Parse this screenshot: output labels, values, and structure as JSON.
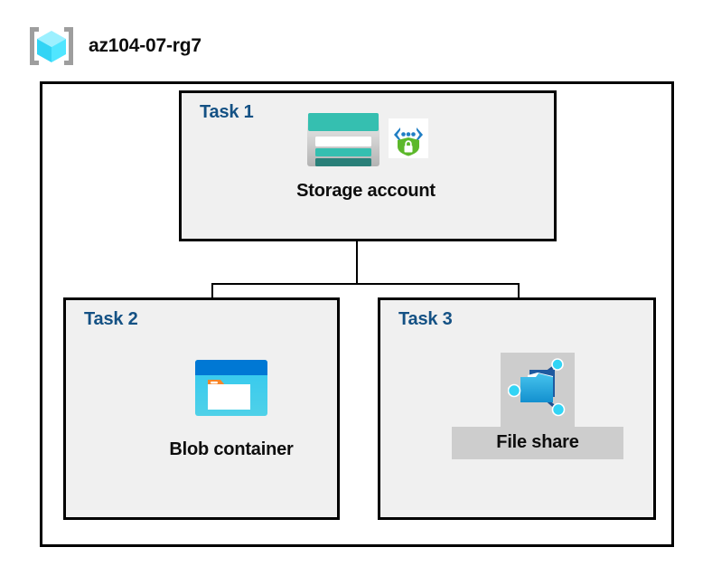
{
  "diagram": {
    "resource_group": {
      "icon": "resource-group-cube-icon",
      "title": "az104-07-rg7"
    },
    "tasks": [
      {
        "id": "task-1",
        "label": "Task 1",
        "node": {
          "caption": "Storage account",
          "icon": "storage-account-icon",
          "secondary_icon": "secure-endpoint-shield-icon",
          "highlighted": false
        }
      },
      {
        "id": "task-2",
        "label": "Task 2",
        "node": {
          "caption": "Blob container",
          "icon": "blob-container-icon",
          "secondary_icon": null,
          "highlighted": false
        }
      },
      {
        "id": "task-3",
        "label": "Task 3",
        "node": {
          "caption": "File share",
          "icon": "file-share-icon",
          "secondary_icon": null,
          "highlighted": true
        }
      }
    ],
    "connectors": [
      {
        "from": "Storage account",
        "to": "Blob container"
      },
      {
        "from": "Storage account",
        "to": "File share"
      }
    ],
    "colors": {
      "task_label": "#145184",
      "border": "#000000",
      "task_fill": "#f0f0f0",
      "container_fill": "#ffffff",
      "highlight_fill": "#cdcdcd",
      "storage_teal": "#35bfb0",
      "storage_teal_dark": "#2a8079",
      "blob_blue": "#0078d4",
      "blob_cyan": "#32c8f0",
      "blob_orange": "#f7862a",
      "fileshare_blue": "#34b3e0",
      "shield_green": "#5cb82a",
      "cube_cyan": "#50e6ff",
      "bracket_gray": "#9e9e9e"
    }
  }
}
